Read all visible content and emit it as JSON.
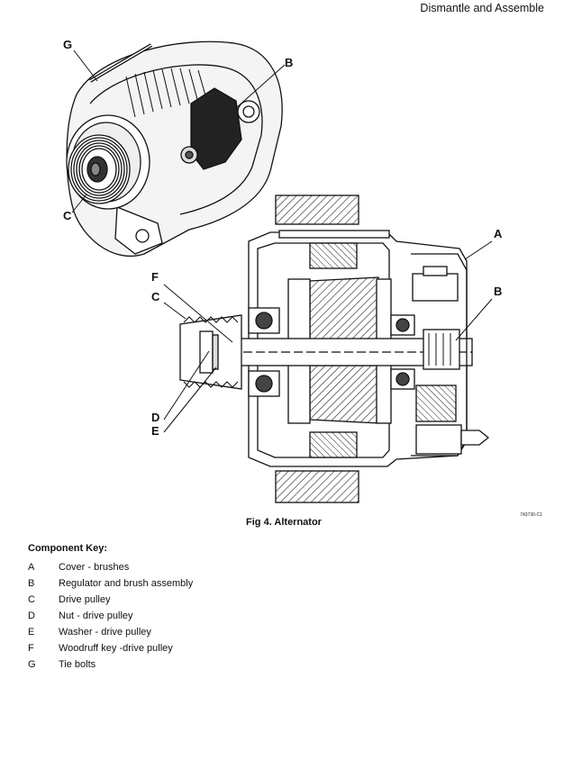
{
  "header": {
    "section_title": "Dismantle and Assemble"
  },
  "figure": {
    "caption": "Fig 4. Alternator",
    "reference": "743730-C1",
    "callouts": {
      "g_top": "G",
      "b_top": "B",
      "c_top": "C",
      "a_section": "A",
      "b_section": "B",
      "f_section": "F",
      "c_section": "C",
      "d_section": "D",
      "e_section": "E"
    }
  },
  "component_key": {
    "title": "Component Key:",
    "items": [
      {
        "letter": "A",
        "description": "Cover - brushes"
      },
      {
        "letter": "B",
        "description": "Regulator and brush assembly"
      },
      {
        "letter": "C",
        "description": "Drive pulley"
      },
      {
        "letter": "D",
        "description": "Nut - drive pulley"
      },
      {
        "letter": "E",
        "description": "Washer - drive pulley"
      },
      {
        "letter": "F",
        "description": "Woodruff key -drive pulley"
      },
      {
        "letter": "G",
        "description": "Tie bolts"
      }
    ]
  }
}
